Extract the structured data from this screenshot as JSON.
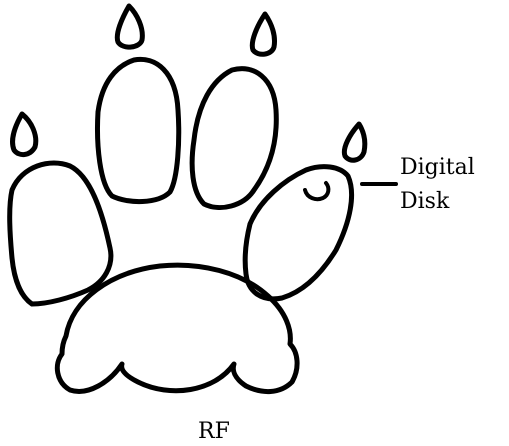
{
  "labels": {
    "digital_disk_line1": "Digital",
    "digital_disk_line2": "Disk",
    "paw_id": "RF"
  }
}
